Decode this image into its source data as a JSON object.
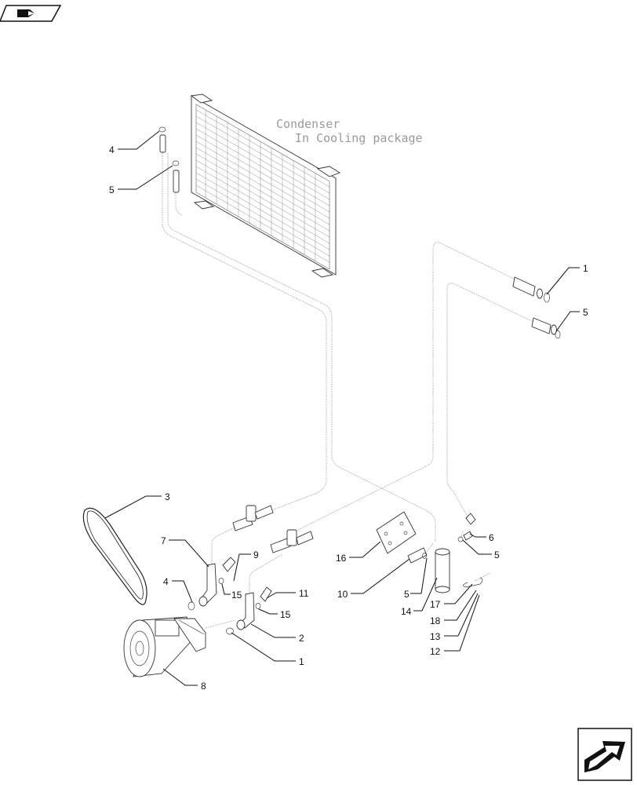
{
  "diagram": {
    "note_line1": "Condenser",
    "note_line2": "In Cooling package",
    "callouts": {
      "c4_top": "4",
      "c5_top": "5",
      "c1_right": "1",
      "c5_right": "5",
      "c3": "3",
      "c7": "7",
      "c9": "9",
      "c4_left": "4",
      "c15_a": "15",
      "c11": "11",
      "c15_b": "15",
      "c2": "2",
      "c1_bottom": "1",
      "c8": "8",
      "c6": "6",
      "c5_mid": "5",
      "c16": "16",
      "c10": "10",
      "c5_low": "5",
      "c14": "14",
      "c17": "17",
      "c18": "18",
      "c13": "13",
      "c12": "12"
    }
  },
  "icons": {
    "top_left": "hand-book-icon",
    "bottom_right": "next-page-arrow-icon"
  },
  "colors": {
    "line": "#111111",
    "note": "#9a9a9a",
    "pipe": "#bdbdbd"
  }
}
